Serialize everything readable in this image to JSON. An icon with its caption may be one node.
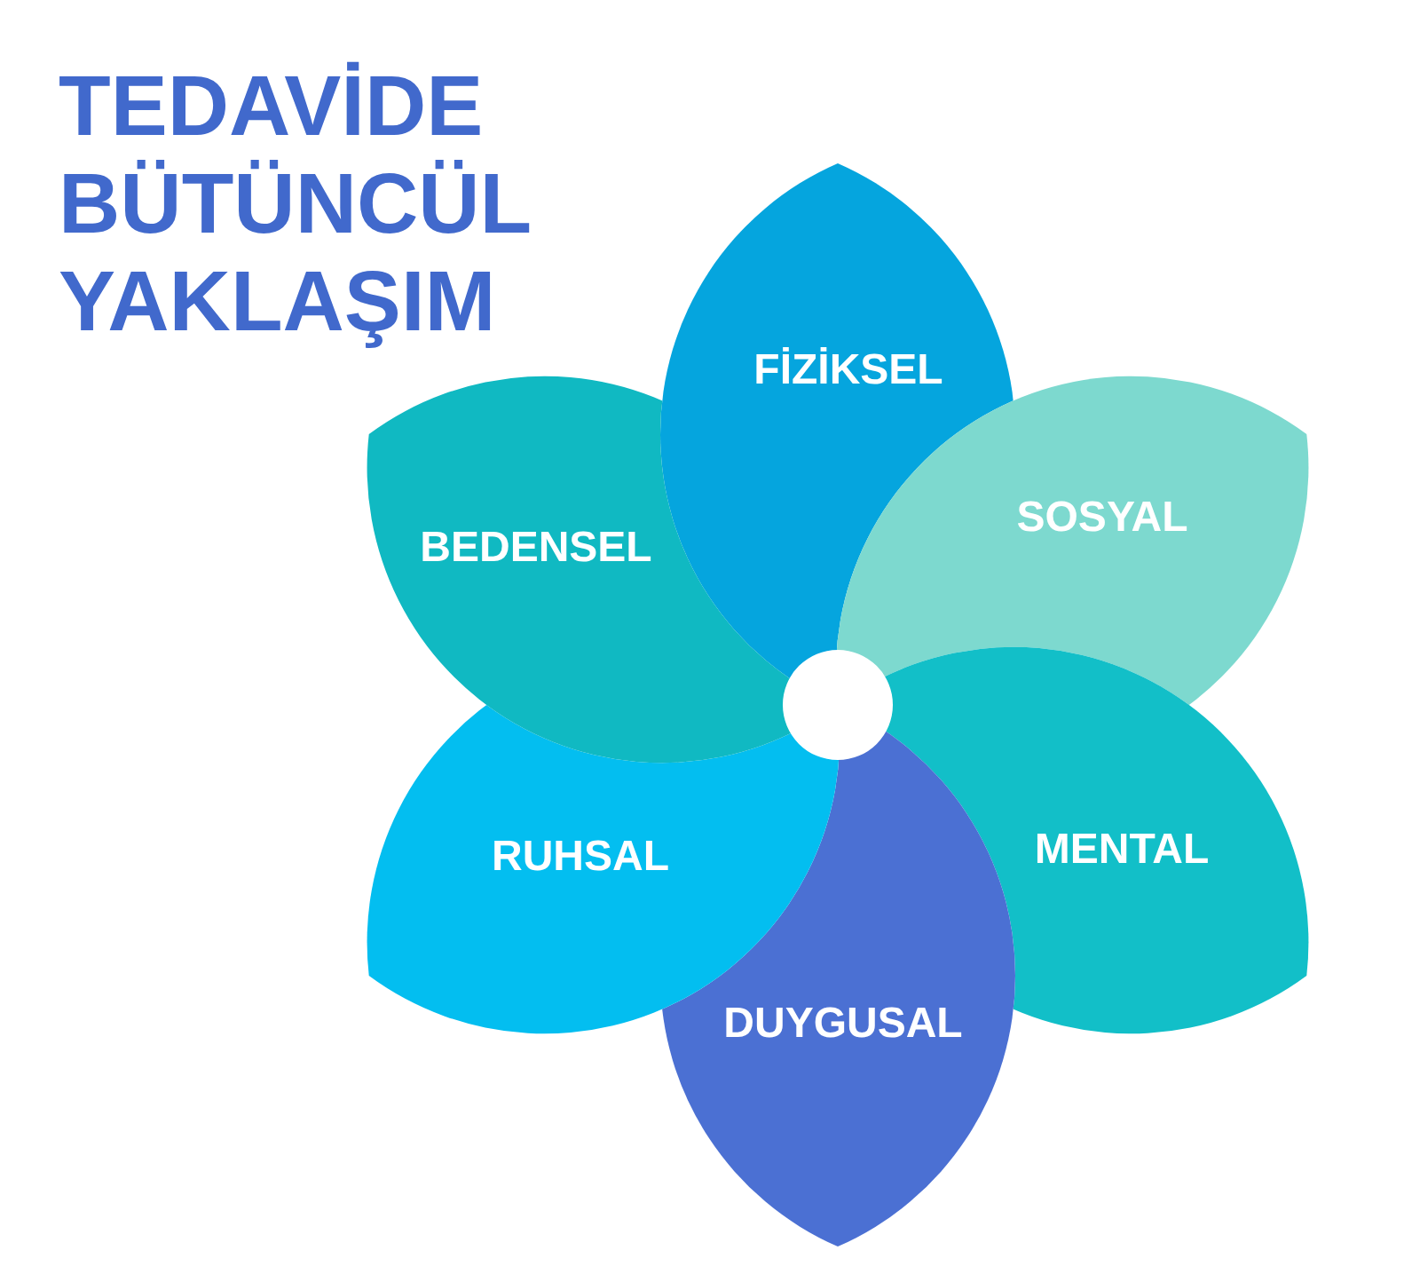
{
  "diagram": {
    "title": "TEDAVİDE BÜTÜNCÜL YAKLAŞIM",
    "nodes": [
      {
        "text": [
          "FİZİKSEL"
        ]
      },
      {
        "text": [
          "SOSYAL"
        ]
      },
      {
        "text": [
          "MENTAL"
        ]
      },
      {
        "text": [
          "DUYGUSAL"
        ]
      },
      {
        "text": [
          "RUHSAL"
        ]
      },
      {
        "text": [
          "BEDENSEL"
        ]
      }
    ]
  }
}
